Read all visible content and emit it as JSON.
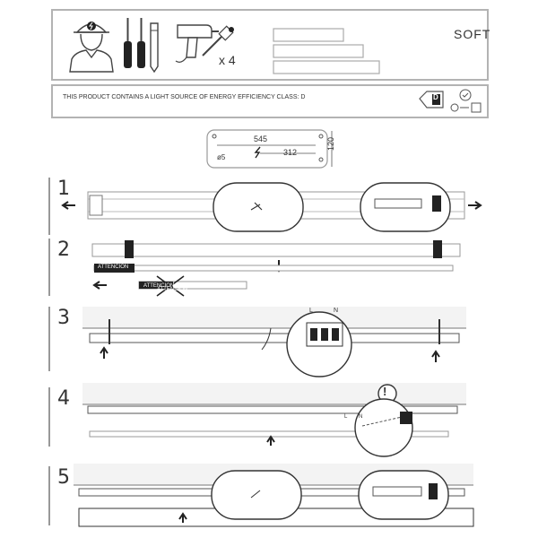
{
  "header": {
    "model_name": "SOFT",
    "quantity_label": "x 4",
    "energy_notice": "THIS PRODUCT CONTAINS A LIGHT SOURCE OF ENERGY EFFICIENCY CLASS: D",
    "energy_class": "D"
  },
  "dimensions": {
    "length": "545",
    "height": "120",
    "hole_spacing": "312",
    "hole_diameter": "ø5"
  },
  "labels": {
    "attention_1": "ATTENCION",
    "attention_2": "ATTENCION",
    "attention_3": "ATTENCION",
    "terminal_l": "L",
    "terminal_n": "N",
    "terminal_l2": "L",
    "terminal_n2": "N",
    "warning_mark": "!"
  },
  "steps": [
    "1",
    "2",
    "3",
    "4",
    "5"
  ],
  "icons": {
    "installer": "electrician-icon",
    "tools": "screwdriver-icon",
    "drill": "drill-icon",
    "screws": "screw-plug-icon"
  },
  "colors": {
    "frame": "#b3b3b3",
    "line": "#555555",
    "accent": "#222222"
  }
}
